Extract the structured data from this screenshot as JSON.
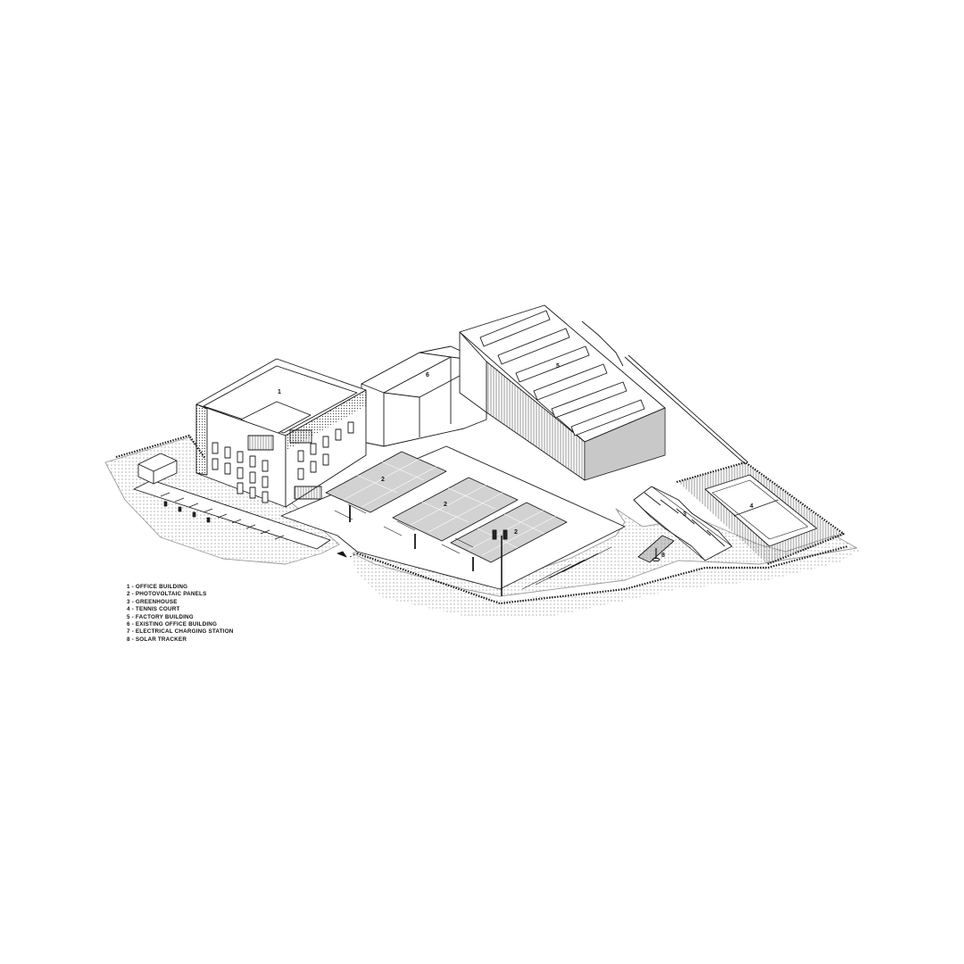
{
  "drawing_labels": {
    "office_building": "1",
    "pv_panels_a": "2",
    "pv_panels_b": "2",
    "pv_panels_c": "2",
    "pv_panels_d": "2",
    "greenhouse": "3",
    "tennis_court": "4",
    "factory_building": "5",
    "existing_office_building": "6",
    "charging_station": "7",
    "solar_tracker": "8"
  },
  "legend": {
    "items": [
      "1 - OFFICE BUILDING",
      "2 - PHOTOVOLTAIC PANELS",
      "3 - GREENHOUSE",
      "4 - TENNIS COURT",
      "5 - FACTORY BUILDING",
      "6 - EXISTING OFFICE BUILDING",
      "7 - ELECTRICAL CHARGING STATION",
      "8 - SOLAR TRACKER"
    ]
  },
  "colors": {
    "line": "#1a1a1a",
    "panel_fill": "#cfcfcf",
    "ground_dots": "#555555",
    "background": "#ffffff"
  }
}
